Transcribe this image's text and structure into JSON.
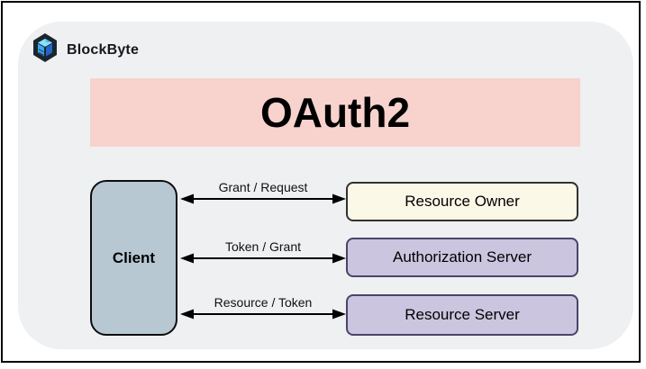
{
  "brand": {
    "name": "BlockByte",
    "logo_icon": "blockbyte-cube-logo"
  },
  "title_banner": {
    "text": "OAuth2",
    "bg_color": "#f8d2cc"
  },
  "client_node": {
    "label": "Client",
    "fill_color": "#b7c8d2"
  },
  "nodes": [
    {
      "label": "Resource Owner",
      "fill_color": "#fbf8e7",
      "border_color": "#33332d"
    },
    {
      "label": "Authorization Server",
      "fill_color": "#cbc5e0",
      "border_color": "#4a4469"
    },
    {
      "label": "Resource Server",
      "fill_color": "#cbc5e0",
      "border_color": "#4a4469"
    }
  ],
  "flows": [
    {
      "label": "Grant / Request",
      "from": "Client",
      "to": "Resource Owner",
      "direction": "bidirectional"
    },
    {
      "label": "Token / Grant",
      "from": "Client",
      "to": "Authorization Server",
      "direction": "bidirectional"
    },
    {
      "label": "Resource / Token",
      "from": "Client",
      "to": "Resource Server",
      "direction": "bidirectional"
    }
  ],
  "colors": {
    "page_bg": "#ffffff",
    "canvas_bg": "#eef0f2",
    "frame_border": "#000000",
    "arrow": "#000000"
  }
}
